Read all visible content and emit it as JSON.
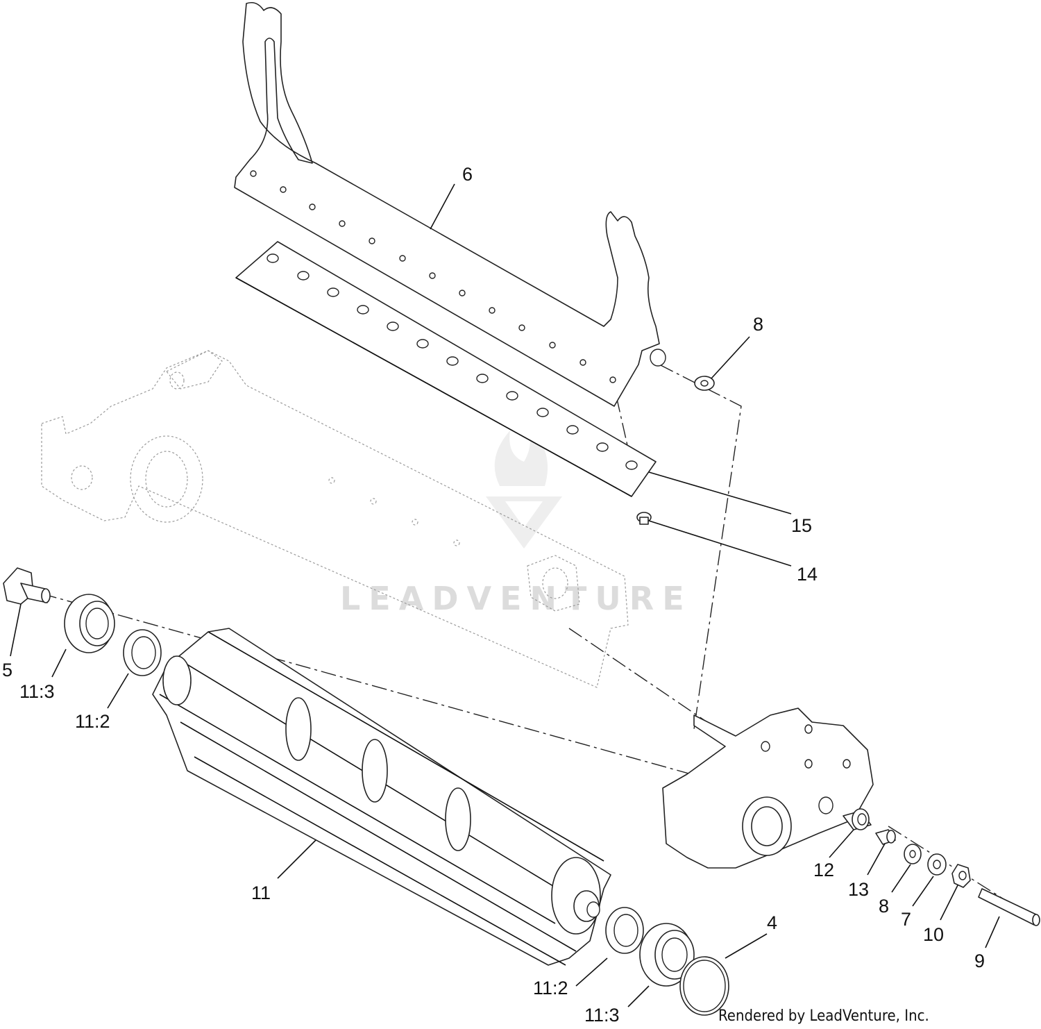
{
  "diagram": {
    "watermark_text": "LEADVENTURE",
    "credit_text": "Rendered by LeadVenture, Inc.",
    "callouts": {
      "c6": "6",
      "c8a": "8",
      "c15": "15",
      "c14": "14",
      "c5": "5",
      "c11_3a": "11:3",
      "c11_2a": "11:2",
      "c11": "11",
      "c12": "12",
      "c13": "13",
      "c8b": "8",
      "c7": "7",
      "c10": "10",
      "c9": "9",
      "c4": "4",
      "c11_2b": "11:2",
      "c11_3b": "11:3"
    }
  }
}
